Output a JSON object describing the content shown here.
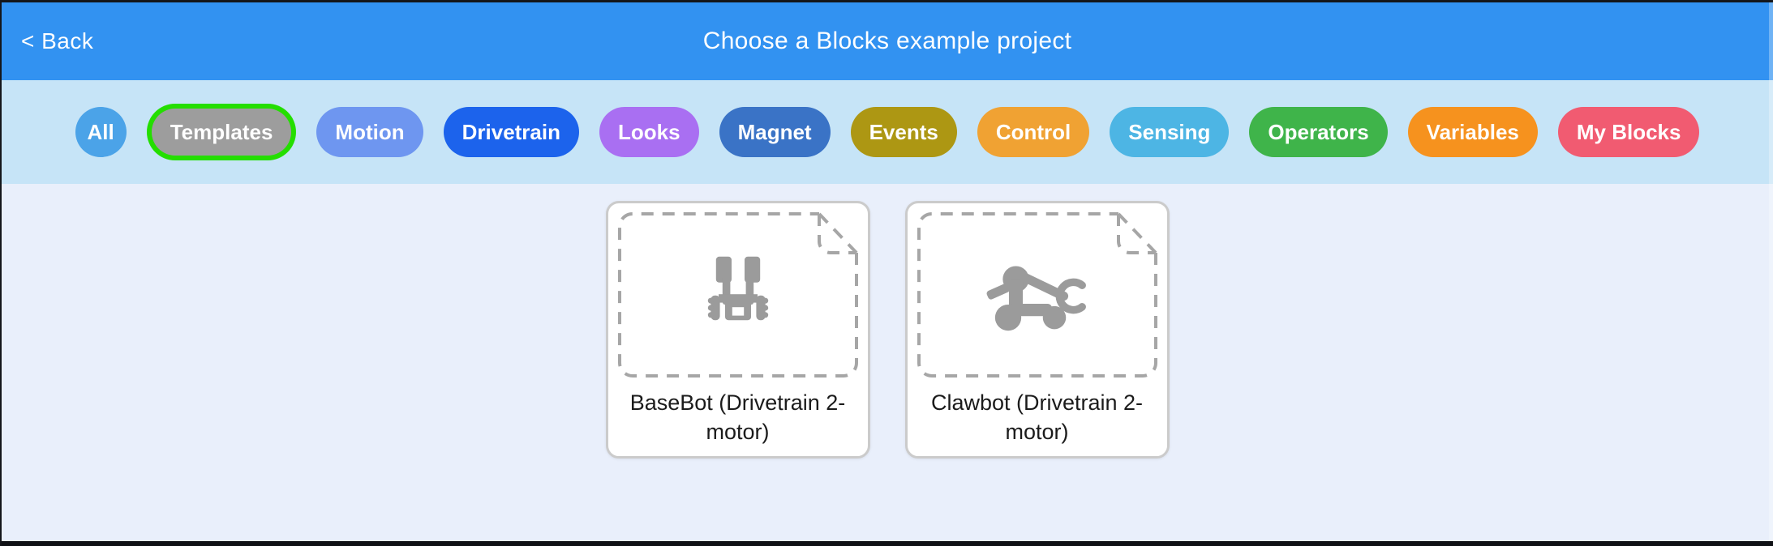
{
  "header": {
    "back_label": "< Back",
    "title": "Choose a Blocks example project",
    "bg": "#3292F1"
  },
  "filter_bar": {
    "bg": "#C6E4F7",
    "pills": [
      {
        "label": "All",
        "color": "#4BA3E8",
        "selected": false
      },
      {
        "label": "Templates",
        "color": "#9D9D9D",
        "selected": true,
        "ring": "#24DE00"
      },
      {
        "label": "Motion",
        "color": "#6E96F0",
        "selected": false
      },
      {
        "label": "Drivetrain",
        "color": "#1C63EC",
        "selected": false
      },
      {
        "label": "Looks",
        "color": "#A96FF2",
        "selected": false
      },
      {
        "label": "Magnet",
        "color": "#3A73C6",
        "selected": false
      },
      {
        "label": "Events",
        "color": "#AD9713",
        "selected": false
      },
      {
        "label": "Control",
        "color": "#F0A233",
        "selected": false
      },
      {
        "label": "Sensing",
        "color": "#4DB5E4",
        "selected": false
      },
      {
        "label": "Operators",
        "color": "#3FB44A",
        "selected": false
      },
      {
        "label": "Variables",
        "color": "#F6921E",
        "selected": false
      },
      {
        "label": "My Blocks",
        "color": "#F15B71",
        "selected": false
      }
    ]
  },
  "content": {
    "bg": "#E9EFFB",
    "projects": [
      {
        "label": "BaseBot (Drivetrain 2-motor)",
        "icon": "basebot-robot-icon"
      },
      {
        "label": "Clawbot (Drivetrain 2-motor)",
        "icon": "clawbot-robot-icon"
      }
    ]
  },
  "colors": {
    "card_border": "#CBCBCB",
    "dashed_frame": "#A6A6A6",
    "robot_gray": "#9B9B9B",
    "card_text": "#1b1b1b",
    "selected_ring": "#24DE00"
  }
}
